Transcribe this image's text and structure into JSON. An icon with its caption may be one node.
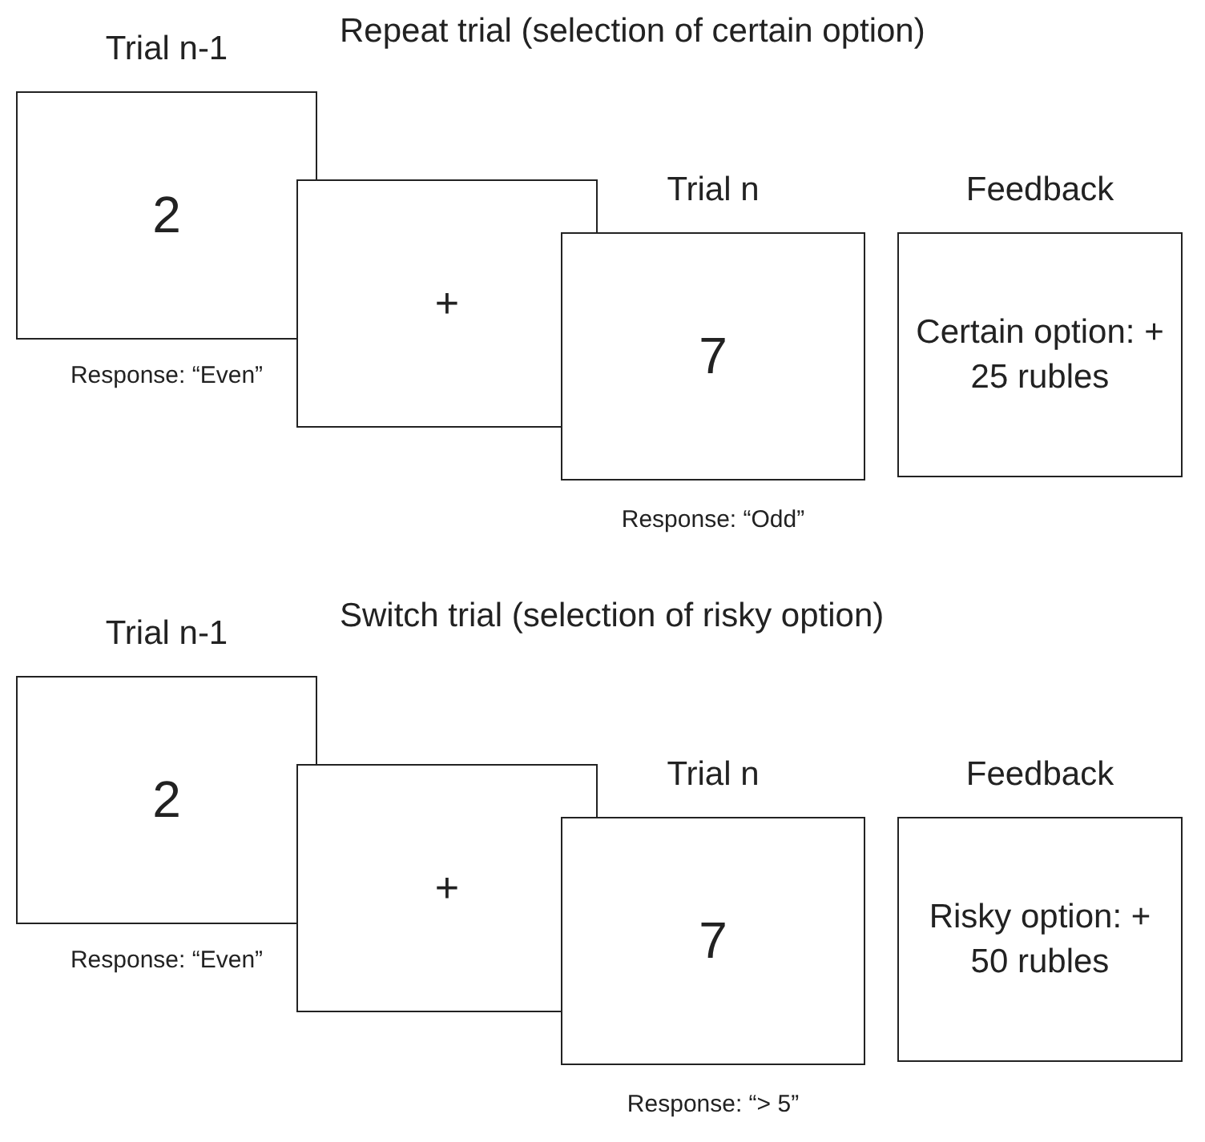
{
  "diagram": {
    "nodes": [
      {
        "text": [
          "Trial n-1",
          "2"
        ],
        "beside": [
          "Response: “Even”"
        ]
      },
      {
        "text": [
          "+"
        ]
      },
      {
        "text": [
          "Trial n",
          "7"
        ],
        "beside": [
          "Response: “Odd”"
        ]
      },
      {
        "text": [
          "Feedback",
          "Certain option: + 25 rubles"
        ]
      },
      {
        "text": [
          "Trial n-1",
          "2"
        ],
        "beside": [
          "Response: “Even”"
        ]
      },
      {
        "text": [
          "+"
        ]
      },
      {
        "text": [
          "Trial n",
          "7"
        ],
        "beside": [
          "Response: “> 5”"
        ]
      },
      {
        "text": [
          "Feedback",
          "Risky option: + 50 rubles"
        ]
      }
    ],
    "edges": [],
    "labels": [
      "Repeat trial (selection of certain option)",
      "Switch trial (selection of risky option)"
    ]
  }
}
